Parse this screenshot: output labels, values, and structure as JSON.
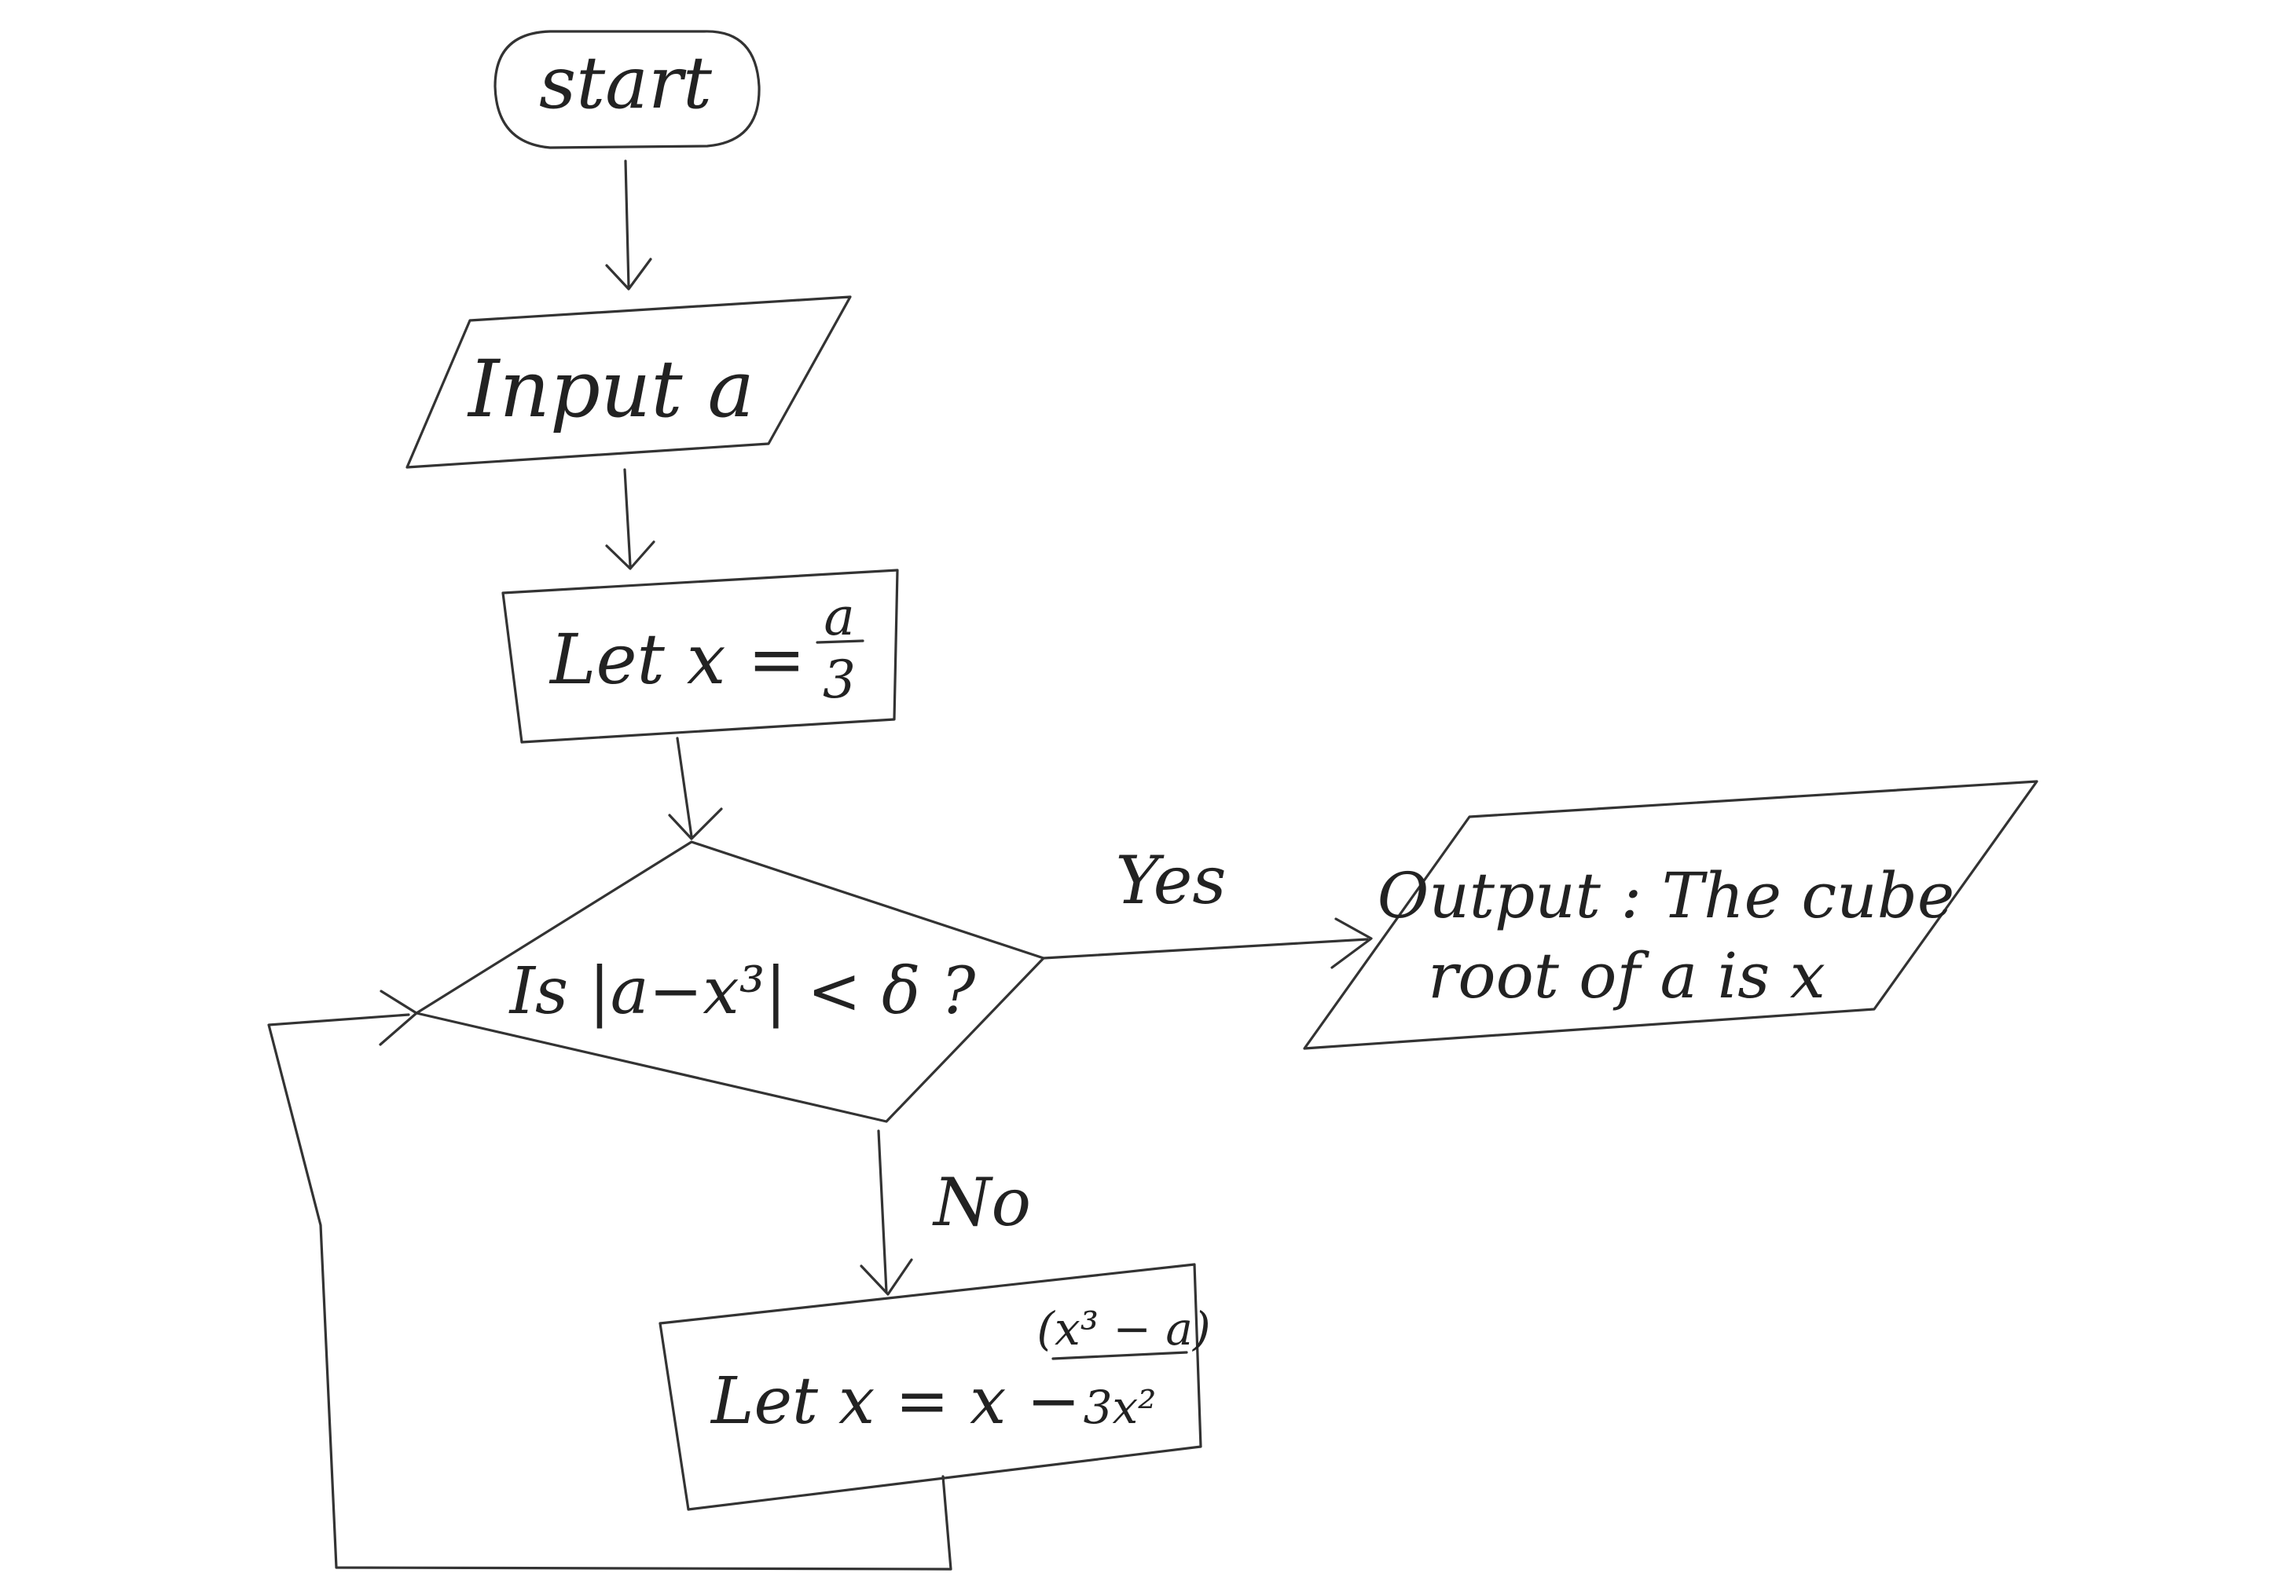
{
  "flowchart": {
    "start": {
      "label": "start"
    },
    "input": {
      "label": "Input a"
    },
    "init": {
      "prefix": "Let x =",
      "numerator": "a",
      "denominator": "3"
    },
    "decision": {
      "label": "Is |a−x³| < δ ?"
    },
    "output": {
      "line1": "Output : The cube",
      "line2": "root of a is x"
    },
    "update": {
      "prefix": "Let x = x −",
      "numerator": "(x³ − a)",
      "denominator": "3x²"
    },
    "branches": {
      "yes": "Yes",
      "no": "No"
    }
  }
}
